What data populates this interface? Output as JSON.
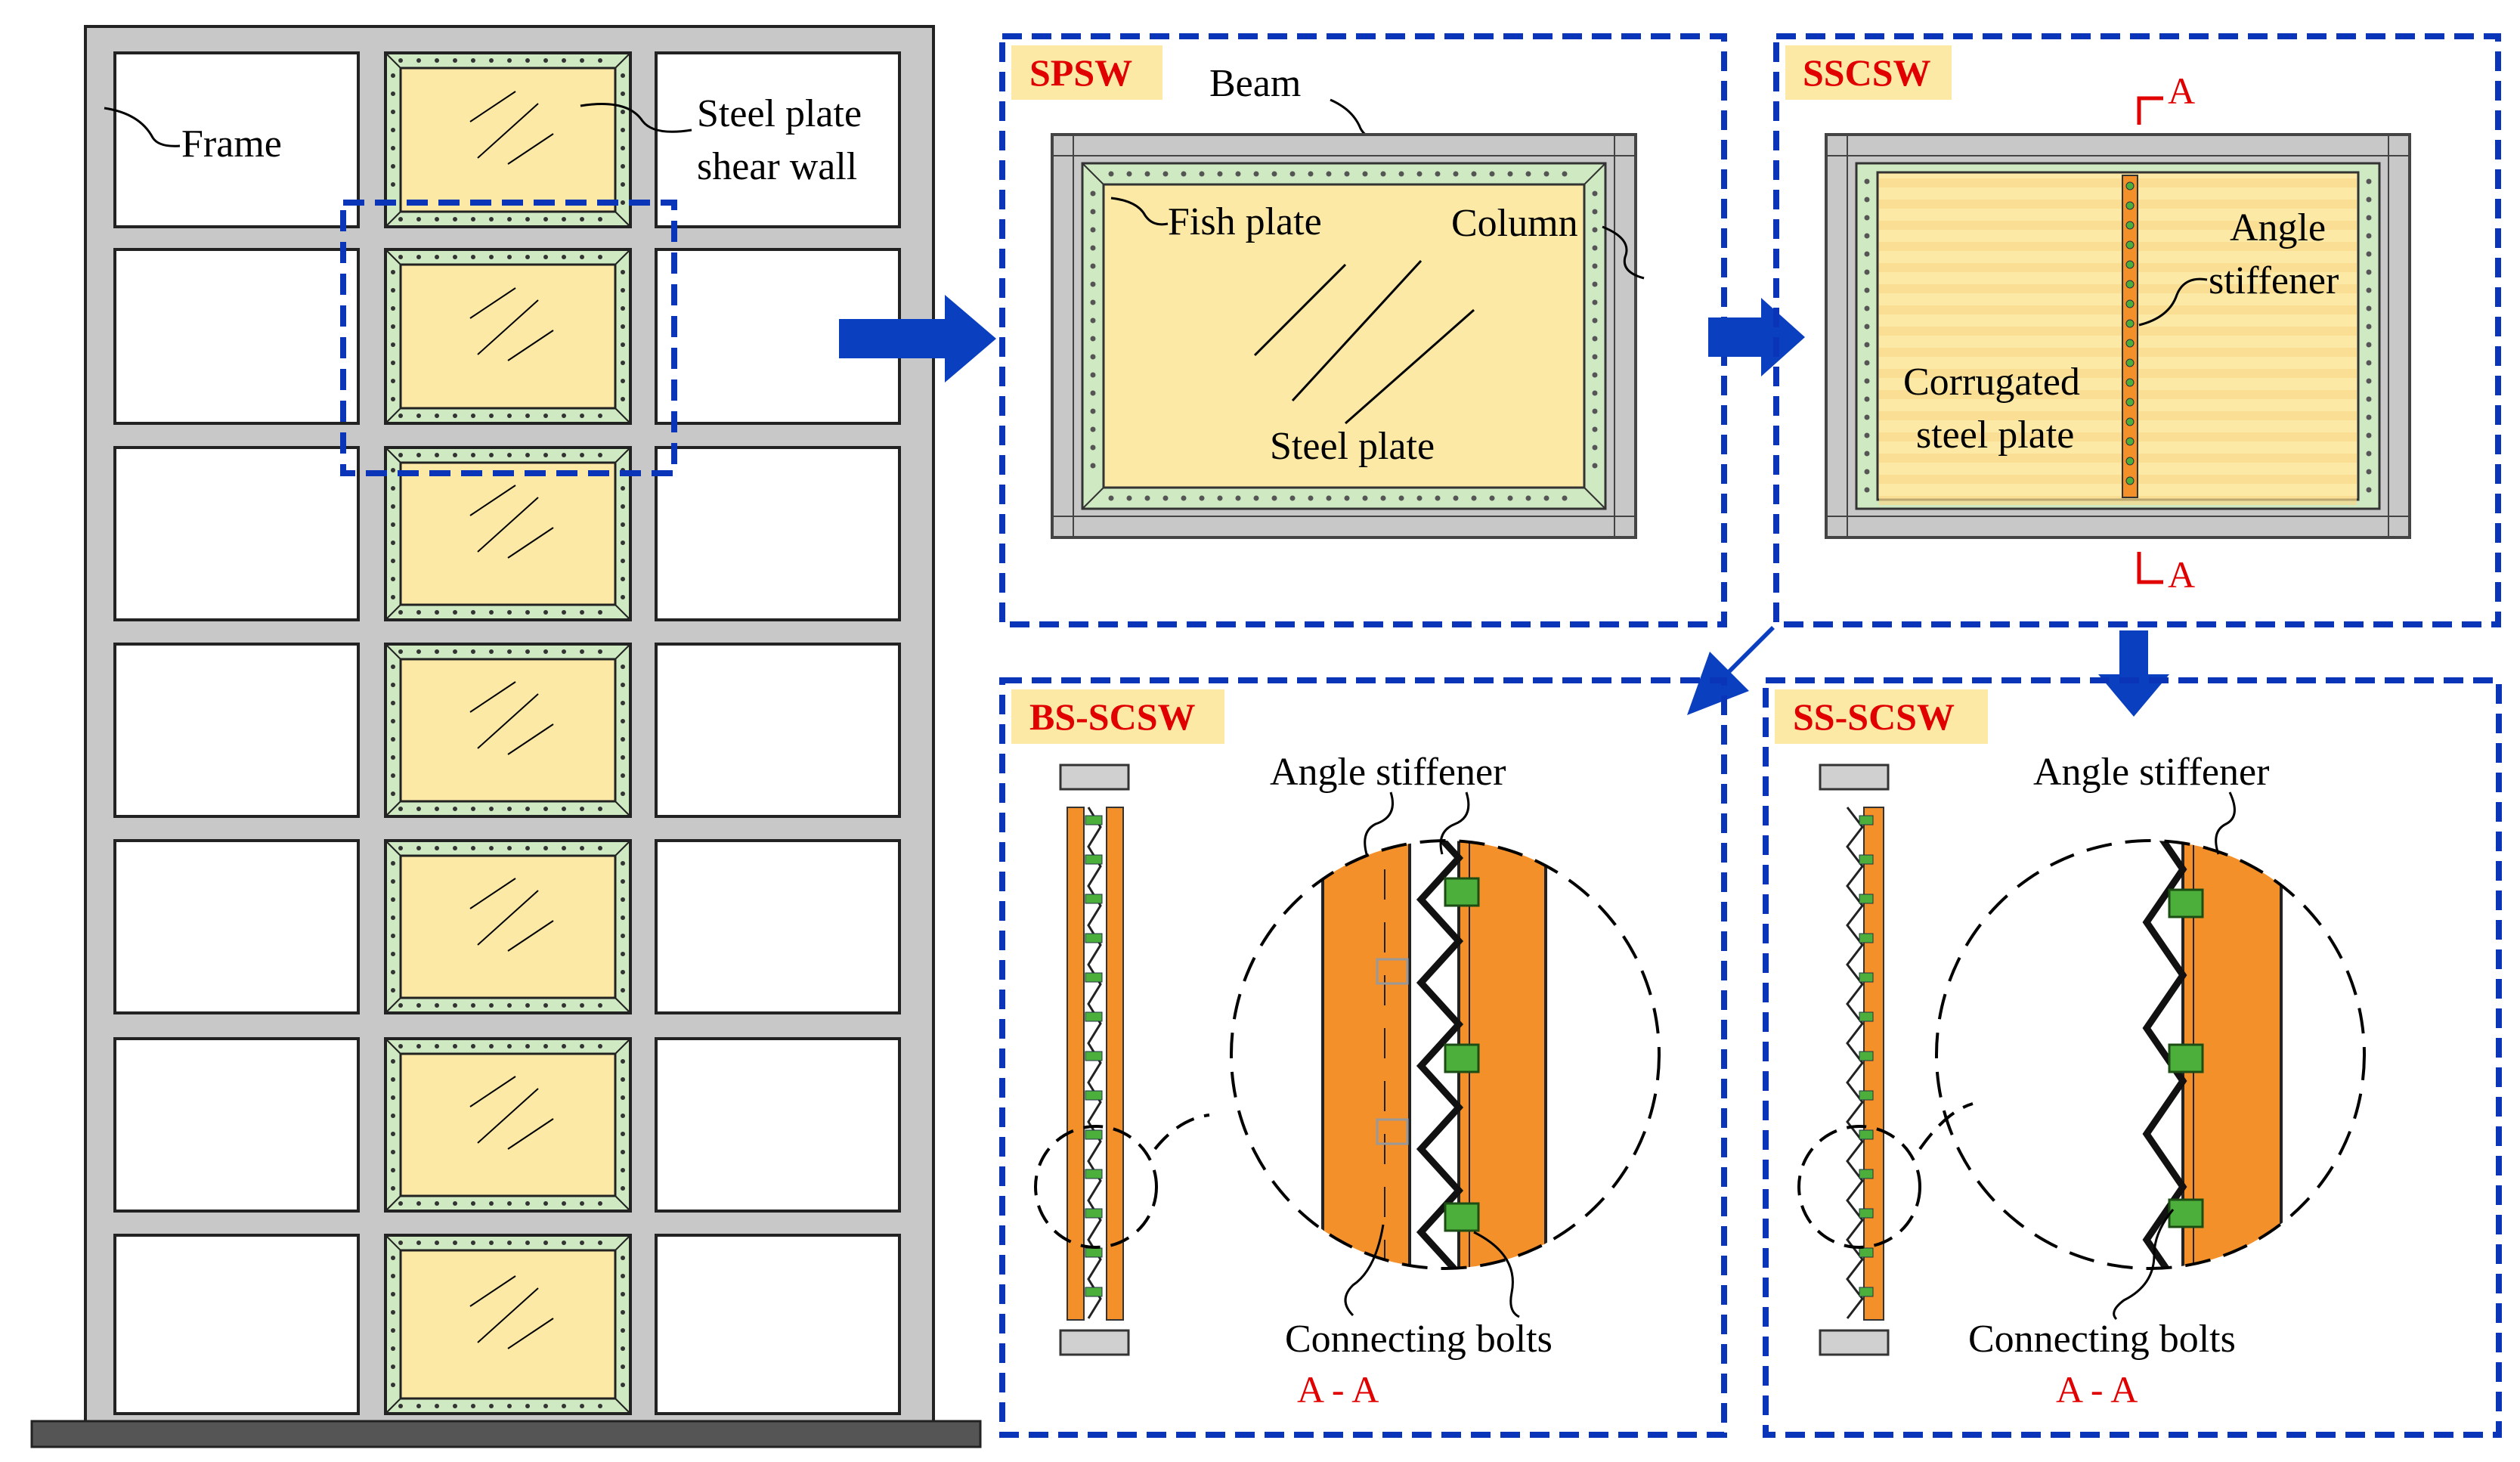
{
  "building": {
    "frame_label": "Frame",
    "wall_label_1": "Steel plate",
    "wall_label_2": "shear wall"
  },
  "spsw": {
    "tag": "SPSW",
    "beam": "Beam",
    "fish_plate": "Fish plate",
    "column": "Column",
    "steel_plate": "Steel plate"
  },
  "sscsw": {
    "tag": "SSCSW",
    "section_top": "A",
    "section_bottom": "A",
    "angle_1": "Angle",
    "angle_2": "stiffener",
    "corr_1": "Corrugated",
    "corr_2": "steel plate"
  },
  "bs": {
    "tag": "BS-SCSW",
    "angle_stiffener": "Angle stiffener",
    "bolts": "Connecting bolts",
    "section": "A - A"
  },
  "ss": {
    "tag": "SS-SCSW",
    "angle_stiffener": "Angle stiffener",
    "bolts": "Connecting bolts",
    "section": "A - A"
  },
  "colors": {
    "frame": "#c8c8c8",
    "plate": "#fde9a6",
    "fish": "#cfe9c2",
    "stiffener": "#f4902a",
    "bolt": "#4caf3c",
    "dash_blue": "#0a35b8",
    "arrow_blue": "#0a3fbf",
    "tag_bg": "#fde9a6",
    "tag_text": "#e00000"
  }
}
